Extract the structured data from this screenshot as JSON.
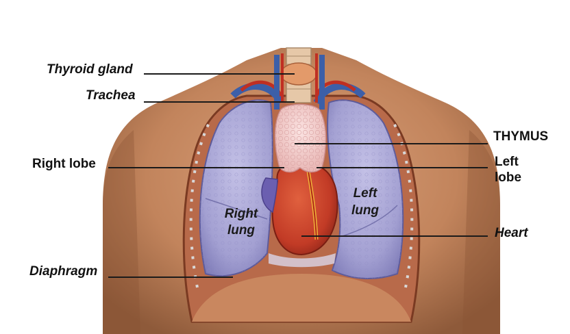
{
  "diagram": {
    "labels": {
      "thyroid_gland": "Thyroid gland",
      "trachea": "Trachea",
      "right_lobe": "Right lobe",
      "diaphragm": "Diaphragm",
      "thymus": "THYMUS",
      "left_lobe_line1": "Left",
      "left_lobe_line2": "lobe",
      "heart": "Heart",
      "left_lung_line1": "Left",
      "left_lung_line2": "lung",
      "right_lung_line1": "Right",
      "right_lung_line2": "lung"
    },
    "colors": {
      "skin": "#c98a62",
      "skin_shadow": "#8a5434",
      "lung": "#a9a6d6",
      "lung_edge": "#6c6aa8",
      "thymus": "#f3cfd0",
      "heart": "#c8402a",
      "vessel_blue": "#3c5fa8",
      "vessel_red": "#c02f22",
      "leader_line": "#1a1a1a"
    }
  }
}
